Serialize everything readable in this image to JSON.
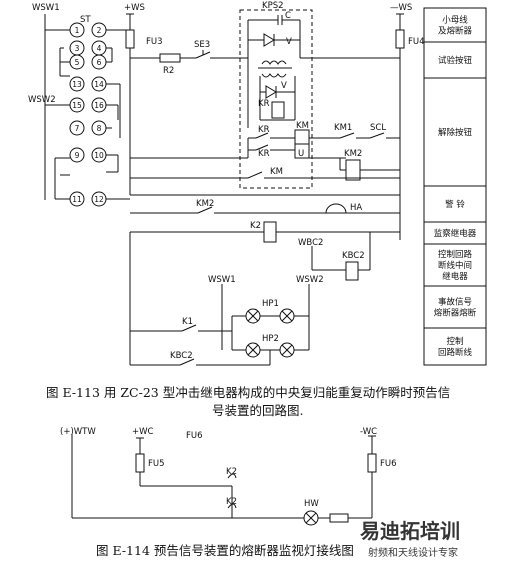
{
  "diagram1": {
    "caption_line1": "图 E-113 用 ZC-23 型冲击继电器构成的中央复归能重复动作瞬时预告信",
    "caption_line2": "号装置的回路图.",
    "labels": {
      "wsw1_top": "WSW1",
      "st": "ST",
      "pos_ws": "+WS",
      "neg_ws": "—WS",
      "fu3": "FU3",
      "fu4": "FU4",
      "r2": "R2",
      "se3": "SE3",
      "kps2": "KPS2",
      "c": "C",
      "v1": "V",
      "v2": "V",
      "kr_coil": "KR",
      "kr_c1": "KR",
      "kr_c2": "KR",
      "km_box": "KM",
      "u": "U",
      "km1": "KM1",
      "scl": "SCL",
      "km2_coil": "KM2",
      "km_line": "KM",
      "wsw2_left": "WSW2",
      "km2_contact": "KM2",
      "ha": "HA",
      "k2_coil": "K2",
      "wbc2": "WBC2",
      "kbc2_coil": "KBC2",
      "wsw1_bot": "WSW1",
      "wsw2_bot": "WSW2",
      "hp1": "HP1",
      "hp2": "HP2",
      "k1": "K1",
      "kbc2_contact": "KBC2"
    },
    "terminals": [
      "1",
      "2",
      "3",
      "4",
      "5",
      "6",
      "13",
      "14",
      "15",
      "16",
      "7",
      "8",
      "9",
      "10",
      "11",
      "12"
    ],
    "panel": [
      "小母线\n及熔断器",
      "试验按钮",
      "解除按钮",
      "警    铃",
      "监察继电器",
      "控制回路\n断线中间\n继电器",
      "事故信号\n熔断器熔断",
      "控制\n回路断线"
    ]
  },
  "diagram2": {
    "caption": "图 E-114 预告信号装置的熔断器监视灯接线图",
    "labels": {
      "wtw": "(+)WTW",
      "pos_wc": "+WC",
      "fu6_top": "FU6",
      "neg_wc": "-WC",
      "fu5": "FU5",
      "fu6": "FU6",
      "k2a": "K2",
      "k2b": "K2",
      "hw": "HW"
    }
  },
  "watermark": {
    "main": "易迪拓培训",
    "sub": "射频和天线设计专家"
  },
  "colors": {
    "line": "#111111",
    "watermark_main": "#e8504a",
    "watermark_sub": "#5a8fd0"
  }
}
